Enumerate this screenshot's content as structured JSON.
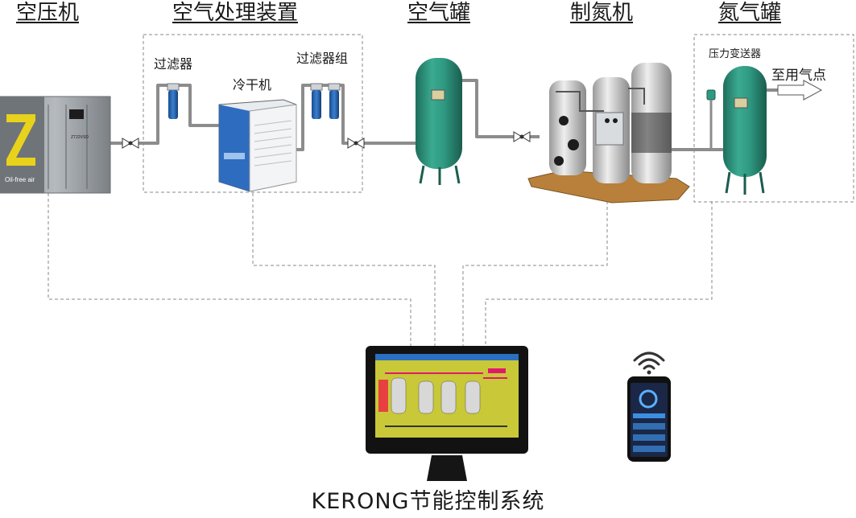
{
  "headers": {
    "compressor": "空压机",
    "air_treatment": "空气处理装置",
    "air_tank": "空气罐",
    "nitrogen_generator": "制氮机",
    "nitrogen_tank": "氮气罐"
  },
  "labels": {
    "filter": "过滤器",
    "dryer": "冷干机",
    "filter_group": "过滤器组",
    "pressure_transmitter": "压力变送器",
    "to_point_of_use": "至用气点"
  },
  "compressor_panel": {
    "brand_text": "Oil-free air",
    "model_text": "ZT22VSD"
  },
  "footer": {
    "system_name": "KERONG节能控制系统"
  },
  "colors": {
    "pipe": "#8c8c8c",
    "tank_green": "#2f9a82",
    "compressor_yellow": "#e8d21c",
    "filter_blue": "#1f5fb0",
    "nitrogen_silver": "#c8c8c8",
    "dashed_line": "#888888",
    "screen_bg": "#c8c838"
  }
}
